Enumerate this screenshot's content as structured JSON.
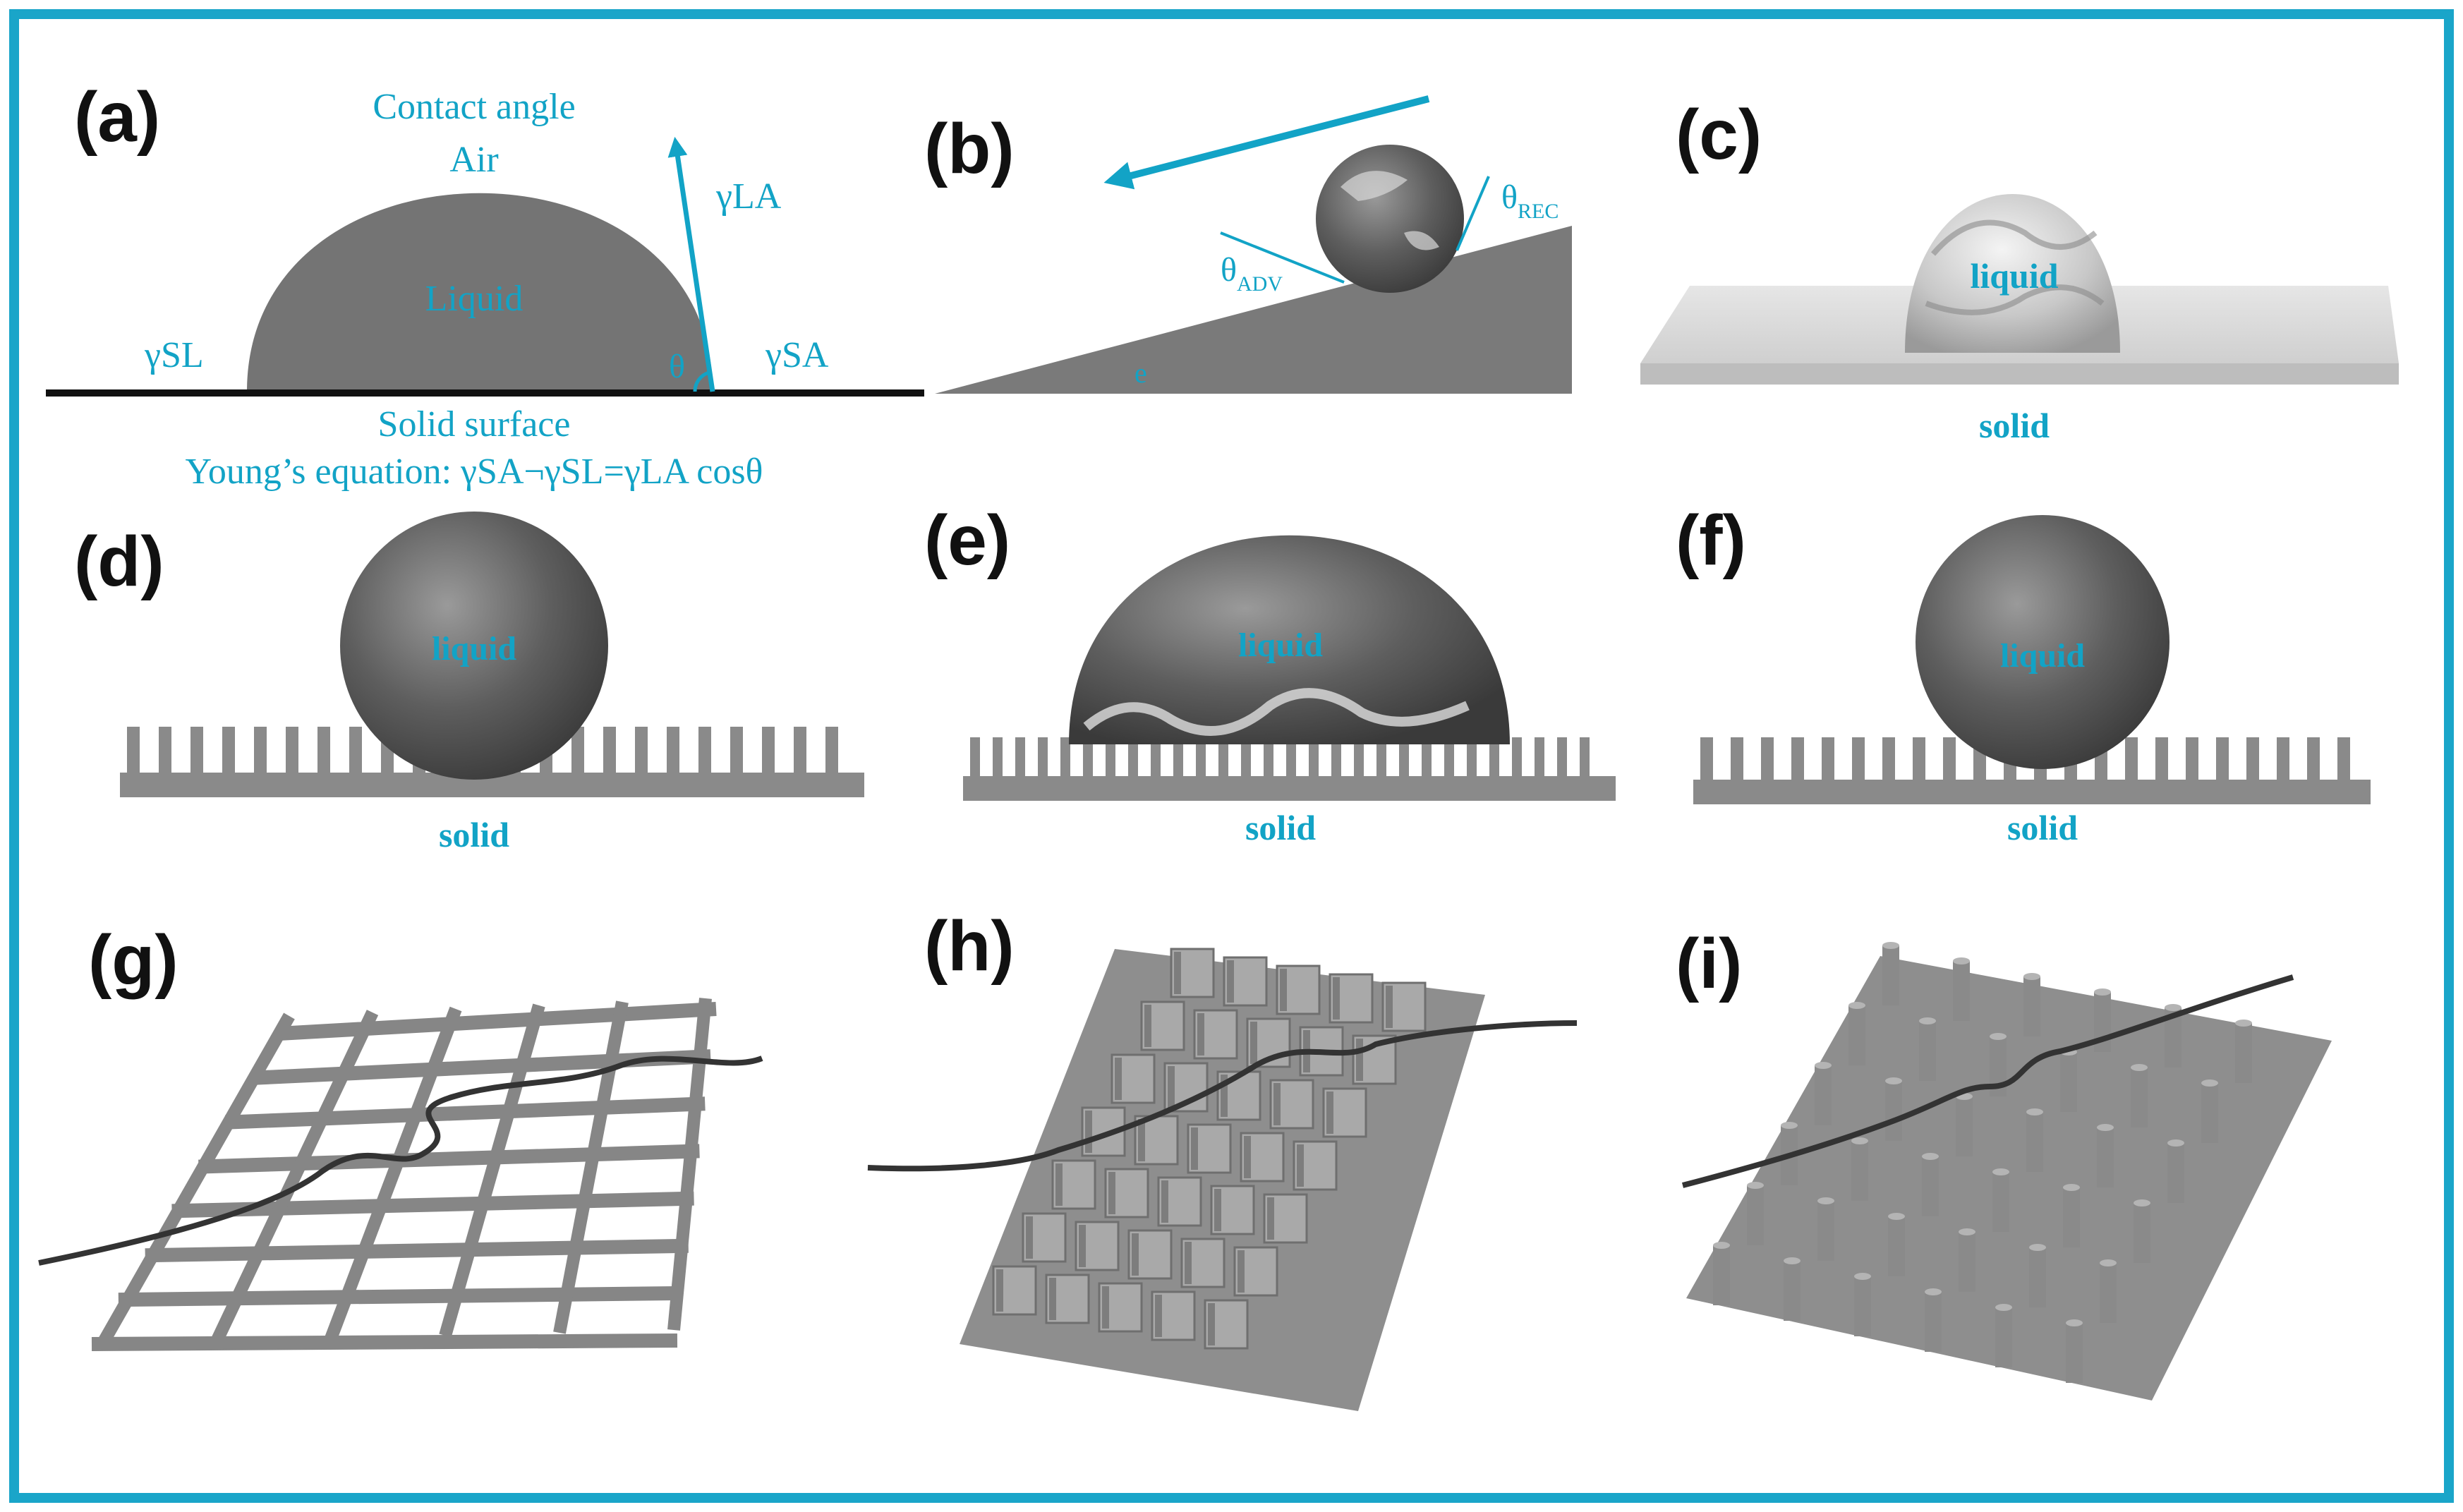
{
  "colors": {
    "accent": "#12a3c6",
    "frame": "#1aa5c9",
    "surface_gray": "#7a7a7a",
    "line_dark": "#3a3a3a"
  },
  "panels": {
    "a": {
      "label": "(a)",
      "contact_angle": "Contact angle",
      "air": "Air",
      "liquid": "Liquid",
      "gamma_la": "γLA",
      "gamma_sl": "γSL",
      "gamma_sa": "γSA",
      "theta": "θ",
      "solid_surface": "Solid surface",
      "young_equation": "Young’s equation: γSA¬γSL=γLA cosθ"
    },
    "b": {
      "label": "(b)",
      "theta_adv": "θ",
      "theta_adv_sub": "ADV",
      "theta_rec": "θ",
      "theta_rec_sub": "REC",
      "tilt_symbol": "e"
    },
    "c": {
      "label": "(c)",
      "liquid": "liquid",
      "solid": "solid"
    },
    "d": {
      "label": "(d)",
      "liquid": "liquid",
      "solid": "solid"
    },
    "e": {
      "label": "(e)",
      "liquid": "liquid",
      "solid": "solid"
    },
    "f": {
      "label": "(f)",
      "liquid": "liquid",
      "solid": "solid"
    },
    "g": {
      "label": "(g)"
    },
    "h": {
      "label": "(h)"
    },
    "i": {
      "label": "(i)"
    }
  }
}
